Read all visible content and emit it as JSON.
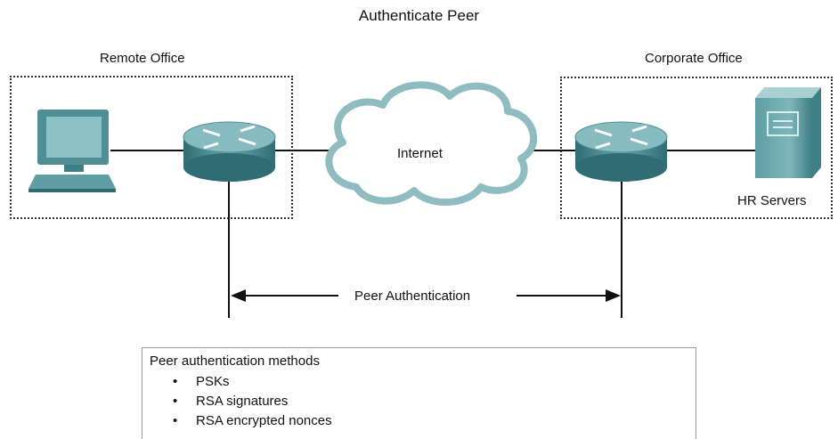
{
  "title": "Authenticate Peer",
  "regions": {
    "remote": "Remote Office",
    "corporate": "Corporate Office"
  },
  "cloud_label": "Internet",
  "server_label": "HR Servers",
  "arrow_label": "Peer Authentication",
  "methods": {
    "heading": "Peer authentication methods",
    "items": [
      "PSKs",
      "RSA signatures",
      "RSA encrypted nonces"
    ]
  },
  "icons": [
    "pc-icon",
    "router-icon",
    "cloud-icon",
    "server-icon"
  ],
  "colors": {
    "device_teal": "#5e9ea4",
    "device_dark": "#2f6c73",
    "cloud_outline": "#8fbcc0"
  }
}
